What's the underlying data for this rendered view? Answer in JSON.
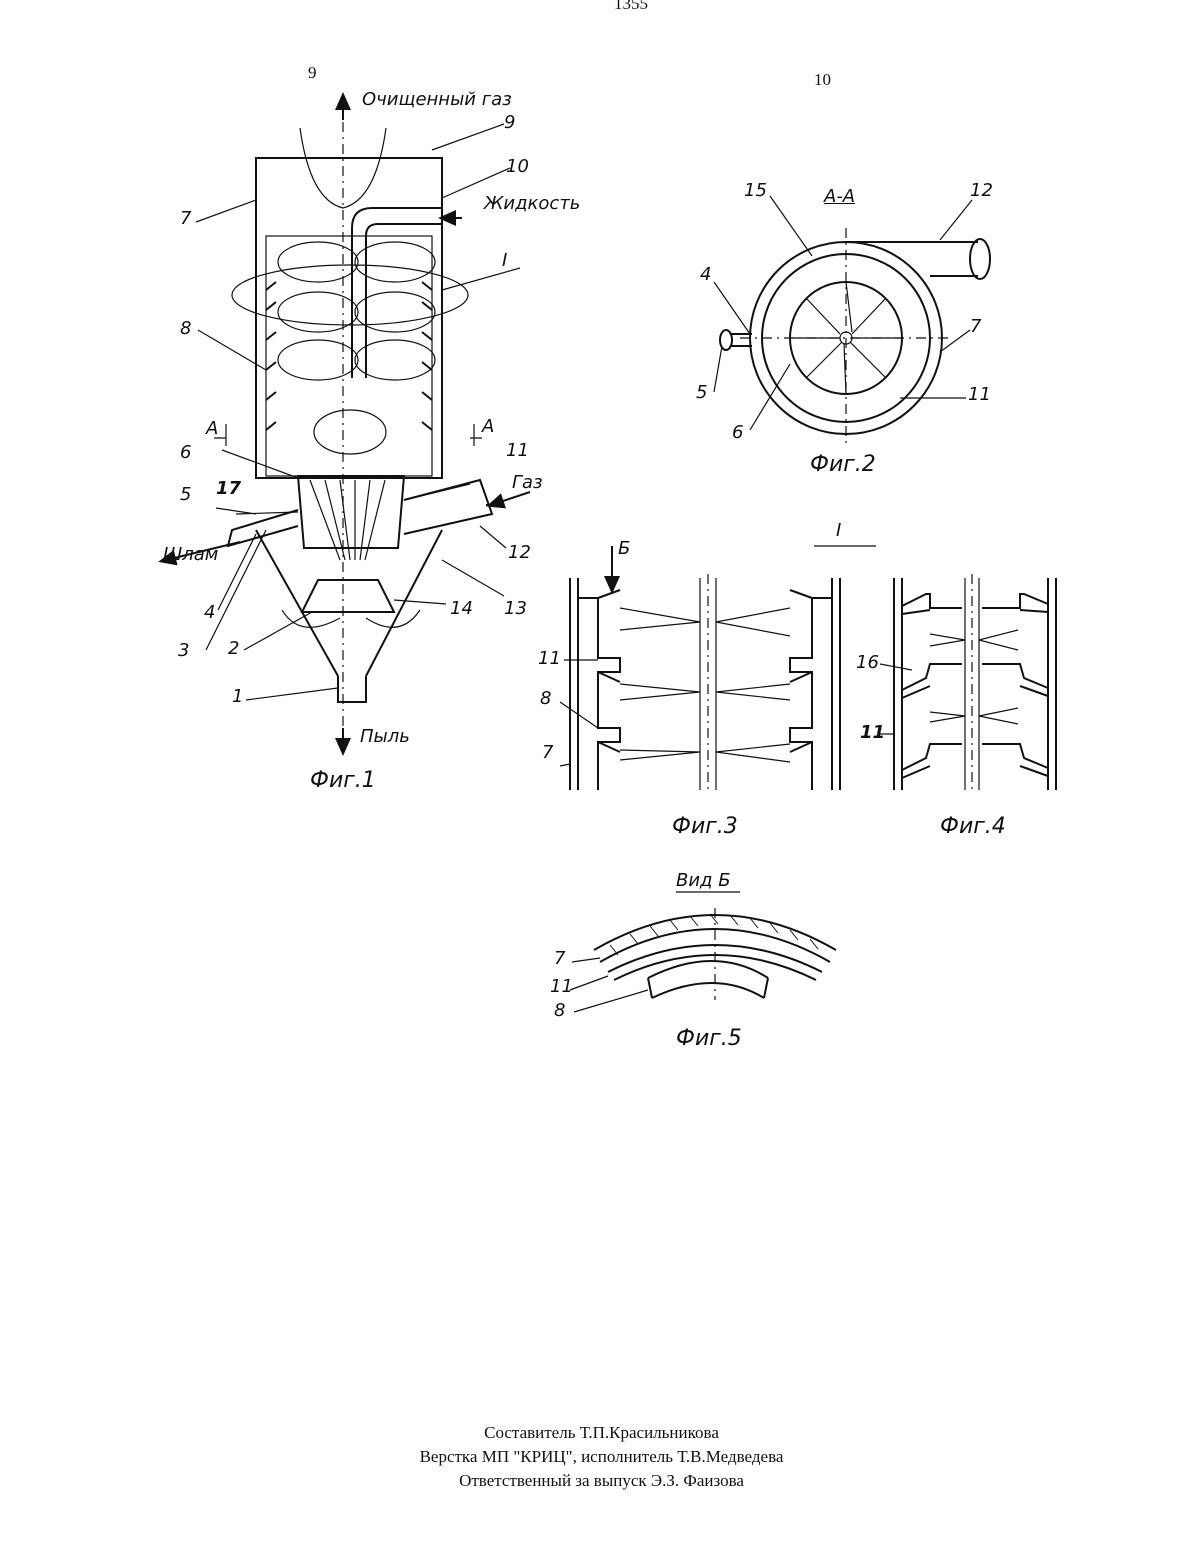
{
  "header": {
    "page_number": "1355",
    "col_left": "9",
    "col_right": "10"
  },
  "fig1": {
    "caption": "Фиг.1",
    "labels": {
      "clean_gas": "Очищенный газ",
      "liquid": "Жидкость",
      "gas": "Газ",
      "sludge": "Шлам",
      "dust": "Пыль",
      "section_a": "А",
      "detail_i": "I"
    },
    "numbers": [
      "9",
      "10",
      "7",
      "8",
      "6",
      "5",
      "17",
      "4",
      "3",
      "2",
      "1",
      "14",
      "13",
      "12",
      "11"
    ]
  },
  "fig2": {
    "caption": "Фиг.2",
    "section": "А-А",
    "numbers": [
      "15",
      "12",
      "4",
      "5",
      "6",
      "7",
      "11"
    ]
  },
  "fig3": {
    "caption": "Фиг.3",
    "detail": "I",
    "view_mark": "Б",
    "numbers": [
      "11",
      "8",
      "7"
    ]
  },
  "fig4": {
    "caption": "Фиг.4",
    "numbers": [
      "16",
      "11"
    ]
  },
  "fig5": {
    "caption": "Фиг.5",
    "title": "Вид Б",
    "numbers": [
      "7",
      "11",
      "8"
    ]
  },
  "footer": {
    "line1": "Составитель Т.П.Красильникова",
    "line2": "Верстка МП \"КРИЦ\", исполнитель Т.В.Медведева",
    "line3": "Ответственный за выпуск Э.З. Фаизова"
  }
}
